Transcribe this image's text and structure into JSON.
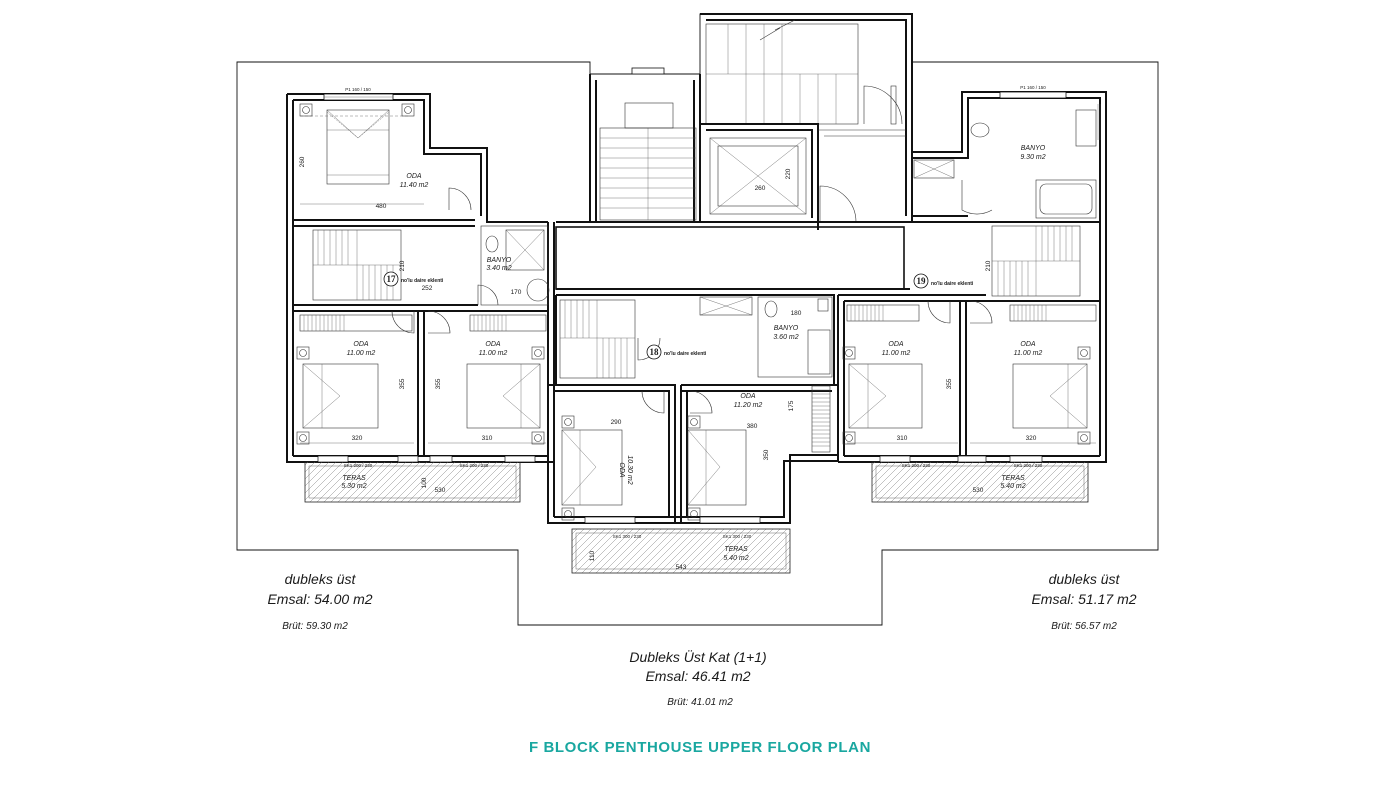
{
  "title": "F BLOCK PENTHOUSE UPPER FLOOR PLAN",
  "colors": {
    "title": "#19a7a0",
    "lines": "#111111",
    "hatch": "#888888"
  },
  "units": {
    "left": {
      "label": "dubleks üst",
      "emsal": "Emsal: 54.00 m2",
      "brut": "Brüt: 59.30 m2"
    },
    "right": {
      "label": "dubleks üst",
      "emsal": "Emsal: 51.17 m2",
      "brut": "Brüt: 56.57 m2"
    },
    "center": {
      "label": "Dubleks Üst Kat (1+1)",
      "emsal": "Emsal: 46.41 m2",
      "brut": "Brüt: 41.01 m2"
    }
  },
  "markers": [
    {
      "num": "17",
      "caption": "no'lu daire eklenti"
    },
    {
      "num": "18",
      "caption": "no'lu daire eklenti"
    },
    {
      "num": "19",
      "caption": "no'lu daire eklenti"
    }
  ],
  "rooms": {
    "oda_top_left": {
      "name": "ODA",
      "area": "11.40 m2"
    },
    "banyo_left": {
      "name": "BANYO",
      "area": "3.40 m2"
    },
    "oda_left_1": {
      "name": "ODA",
      "area": "11.00 m2"
    },
    "oda_left_2": {
      "name": "ODA",
      "area": "11.00 m2"
    },
    "teras_left": {
      "name": "TERAS",
      "area": "5.30 m2"
    },
    "banyo_center": {
      "name": "BANYO",
      "area": "3.60 m2"
    },
    "oda_center_1": {
      "name": "ODA",
      "area": "11.20 m2"
    },
    "oda_center_2": {
      "name": "ODA",
      "area": "10.30 m2"
    },
    "teras_center": {
      "name": "TERAS",
      "area": "5.40 m2"
    },
    "banyo_right": {
      "name": "BANYO",
      "area": "9.30 m2"
    },
    "oda_right_1": {
      "name": "ODA",
      "area": "11.00 m2"
    },
    "oda_right_2": {
      "name": "ODA",
      "area": "11.00 m2"
    },
    "teras_right": {
      "name": "TERAS",
      "area": "5.40 m2"
    }
  },
  "dimensions": {
    "d480": "480",
    "d252": "252",
    "d210a": "210",
    "d170": "170",
    "d260a": "260",
    "d355a": "355",
    "d355b": "355",
    "d320a": "320",
    "d310a": "310",
    "d530a": "530",
    "d100a": "100",
    "d290": "290",
    "d380": "380",
    "d175": "175",
    "d350": "350",
    "d543": "543",
    "d110": "110",
    "d180": "180",
    "d220": "220",
    "d260b": "260",
    "d210b": "210",
    "d355c": "355",
    "d310b": "310",
    "d320b": "320",
    "d530b": "530"
  },
  "window_marks": {
    "top_left": "P1 160 / 150",
    "top_right": "P1 160 / 150",
    "sk_l1": "SK1 200 / 230",
    "sk_l2": "SK1 200 / 230",
    "sk_c1": "SK1 300 / 230",
    "sk_c2": "SK1 300 / 230",
    "sk_r1": "SK1 200 / 230",
    "sk_r2": "SK1 200 / 230"
  }
}
